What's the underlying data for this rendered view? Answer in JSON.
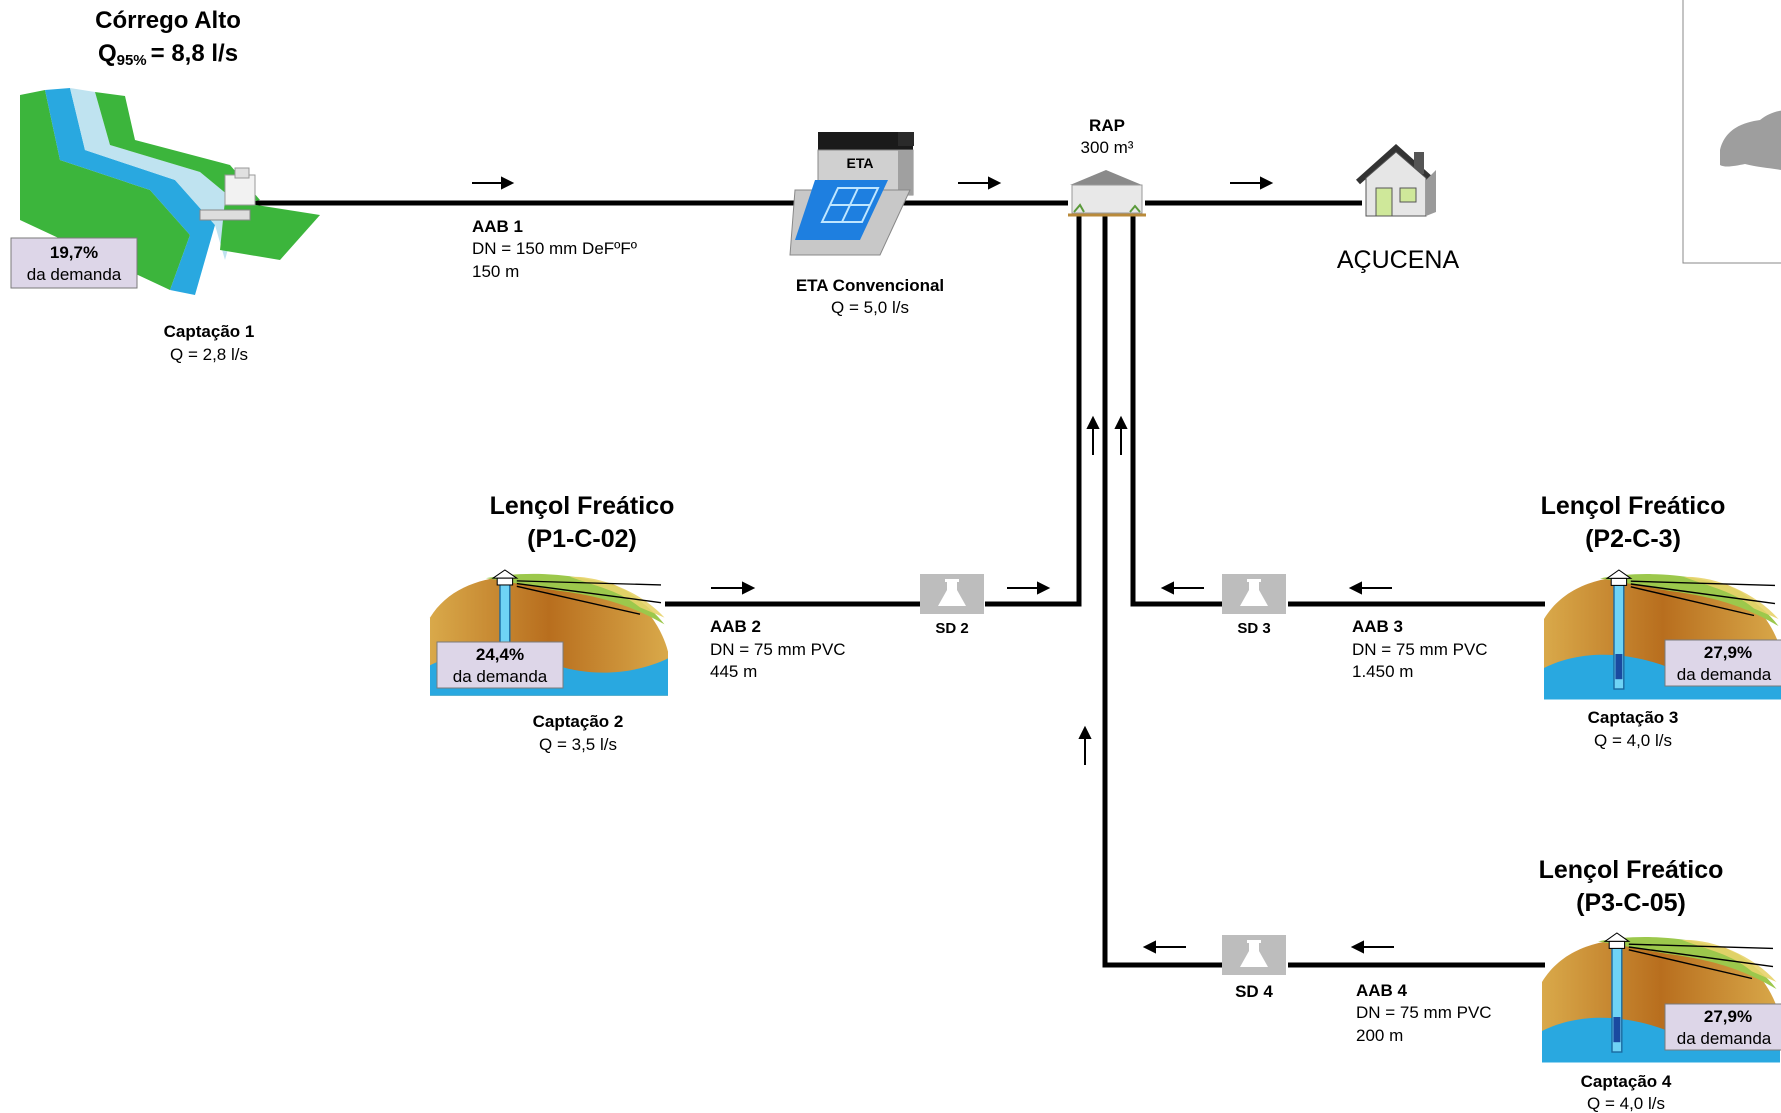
{
  "source": {
    "name": "Córrego Alto",
    "flow_q": "Q",
    "flow_sub": "95%",
    "flow_value": "= 8,8 l/s"
  },
  "captacao1": {
    "label": "Captação 1",
    "flow": "Q = 2,8 l/s",
    "pct": "19,7%",
    "demand": "da demanda"
  },
  "aab1": {
    "name": "AAB 1",
    "dn": "DN = 150 mm DeFºFº",
    "length": "150 m"
  },
  "eta": {
    "badge": "ETA",
    "name": "ETA Convencional",
    "flow": "Q = 5,0 l/s"
  },
  "rap": {
    "name": "RAP",
    "volume": "300 m³"
  },
  "city": {
    "name": "AÇUCENA"
  },
  "p1": {
    "title1": "Lençol Freático",
    "title2": "(P1-C-02)",
    "pct": "24,4%",
    "demand": "da demanda",
    "label": "Captação 2",
    "flow": "Q = 3,5 l/s"
  },
  "aab2": {
    "name": "AAB 2",
    "dn": "DN = 75 mm PVC",
    "length": "445 m"
  },
  "sd2": {
    "name": "SD 2"
  },
  "p2": {
    "title1": "Lençol Freático",
    "title2": "(P2-C-3)",
    "pct": "27,9%",
    "demand": "da demanda",
    "label": "Captação 3",
    "flow": "Q = 4,0 l/s"
  },
  "aab3": {
    "name": "AAB 3",
    "dn": "DN = 75 mm PVC",
    "length": "1.450 m"
  },
  "sd3": {
    "name": "SD 3"
  },
  "p3": {
    "title1": "Lençol Freático",
    "title2": "(P3-C-05)",
    "pct": "27,9%",
    "demand": "da demanda",
    "label": "Captação 4",
    "flow": "Q = 4,0 l/s"
  },
  "aab4": {
    "name": "AAB 4",
    "dn": "DN = 75 mm PVC",
    "length": "200 m"
  },
  "sd4": {
    "name": "SD 4"
  },
  "colors": {
    "pipe": "#000000",
    "badge_fill": "#ddd6e8",
    "water": "#29a8e0",
    "grass": "#3cb53c",
    "soil": "#c8822a",
    "sd_fill": "#bdbdbd"
  }
}
